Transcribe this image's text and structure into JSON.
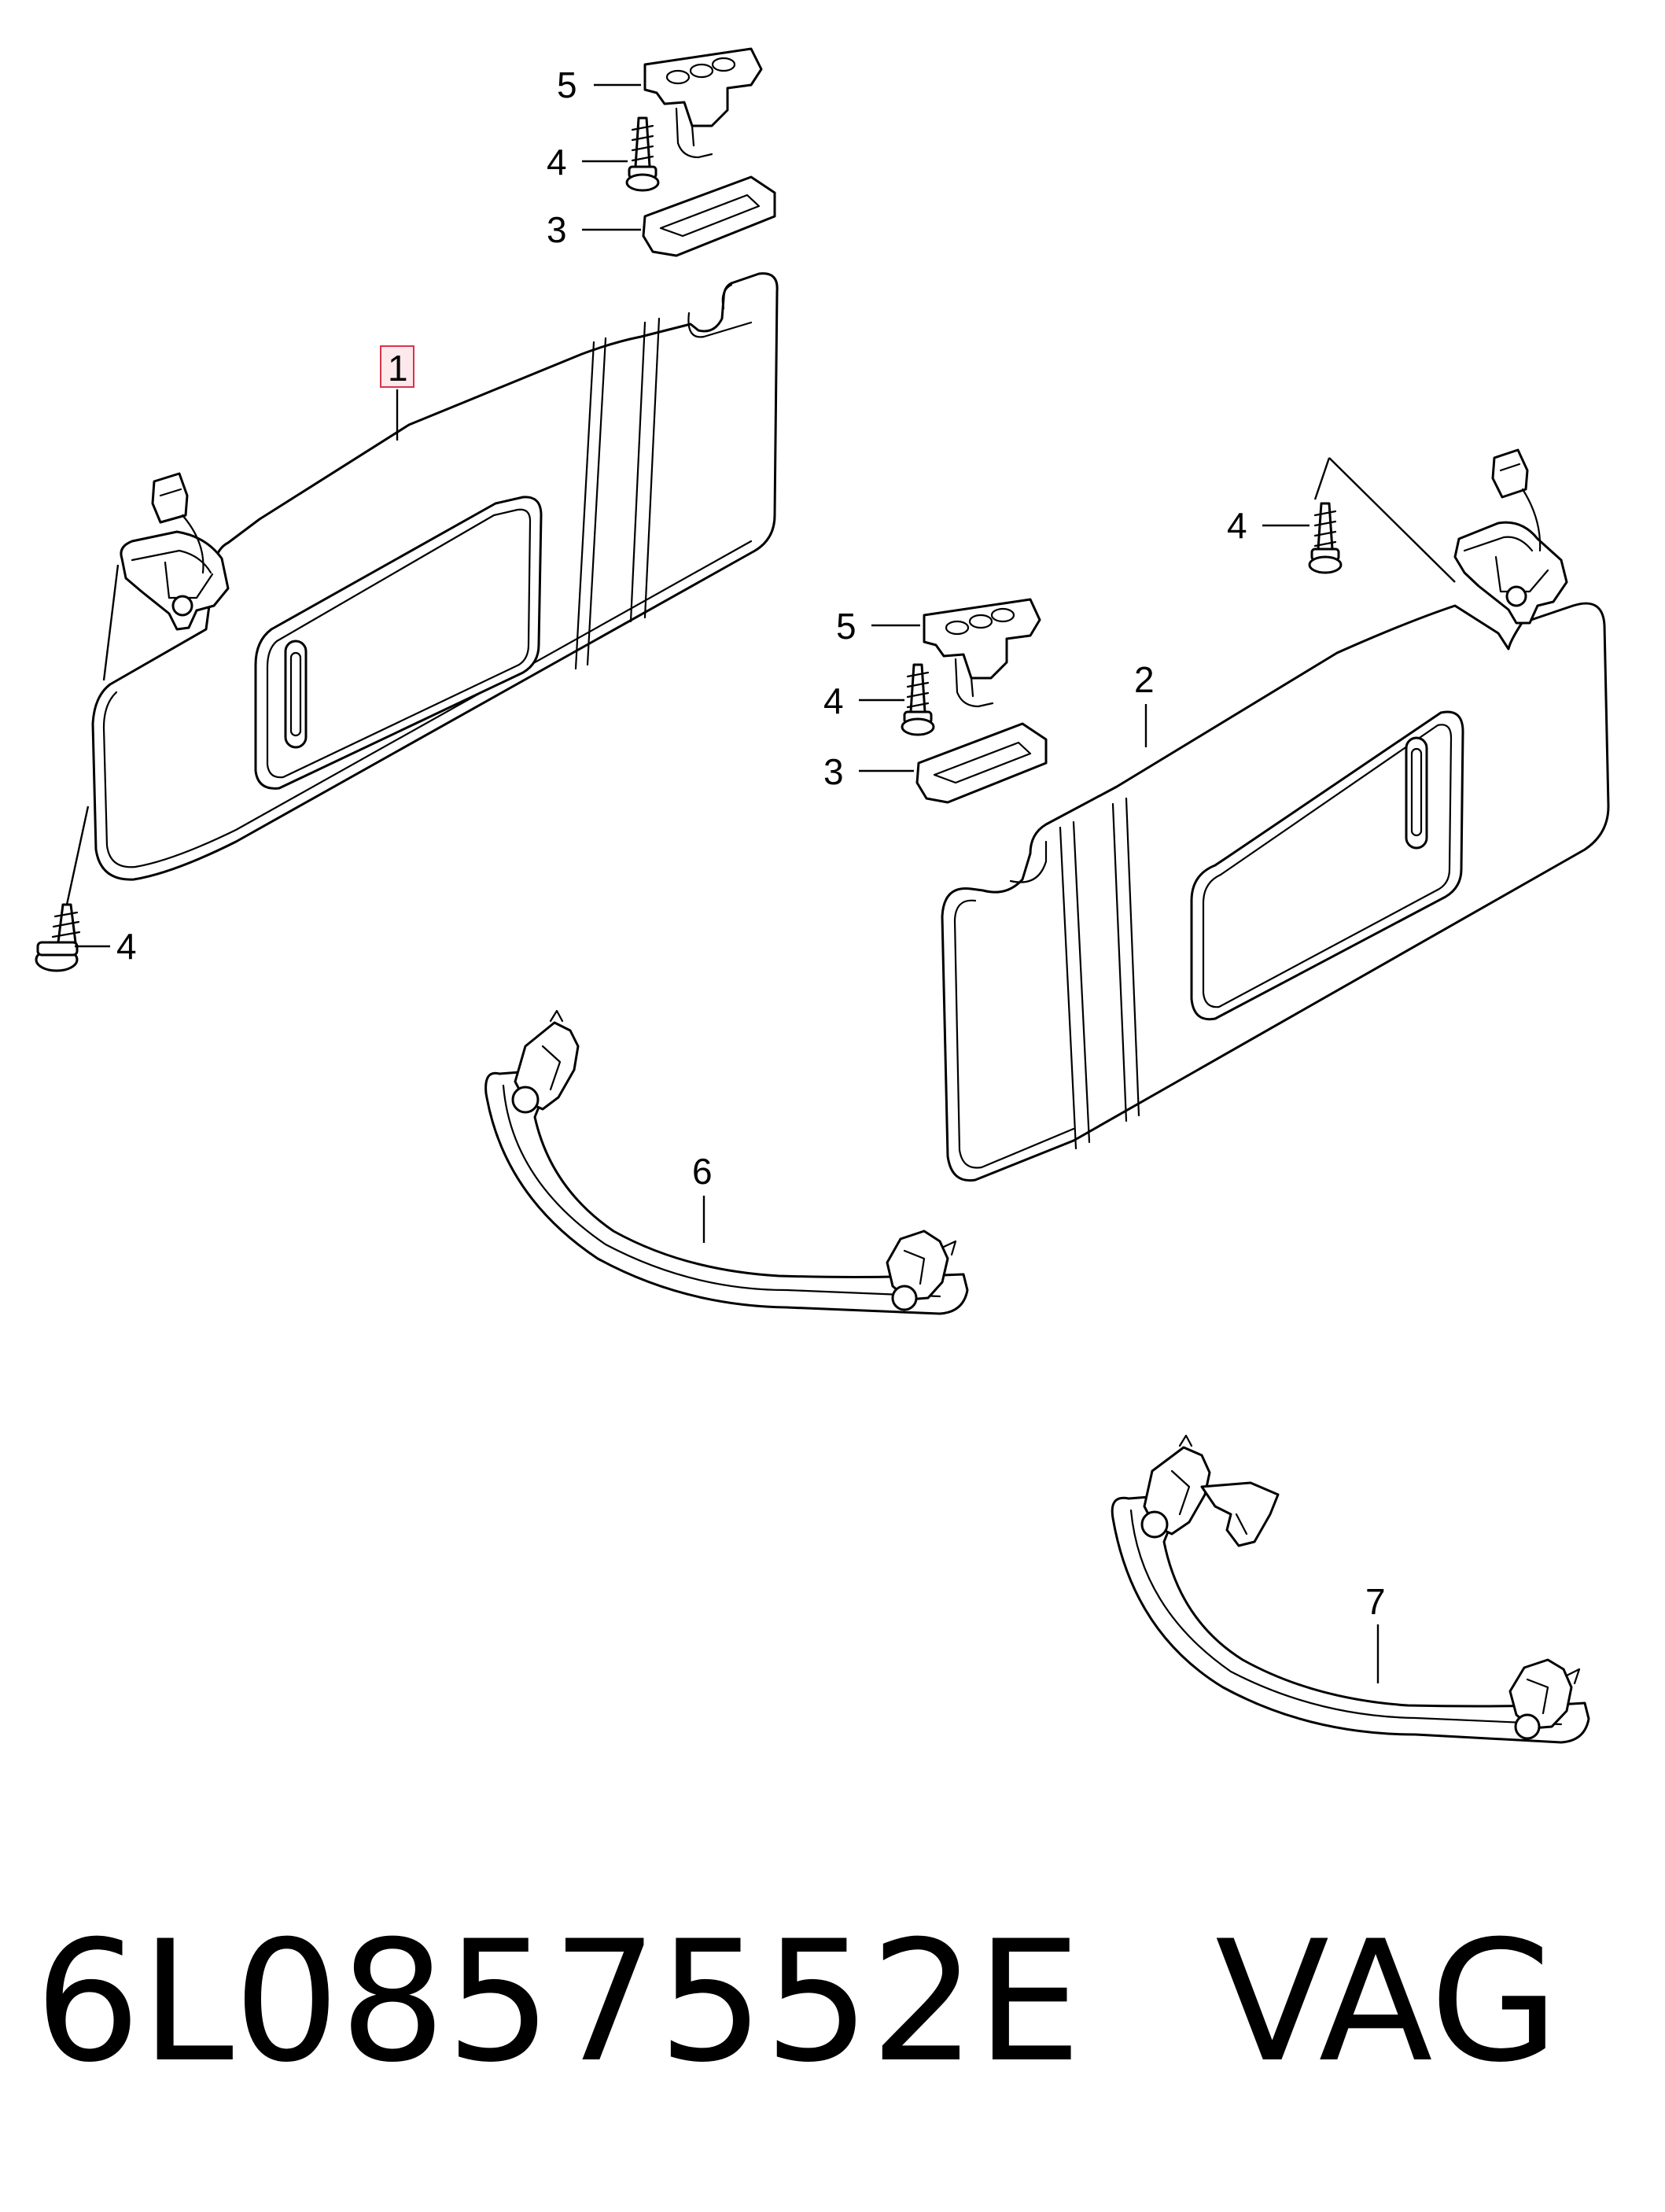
{
  "callouts": {
    "part_1": "1",
    "part_2": "2",
    "part_3": "3",
    "part_4": "4",
    "part_5": "5",
    "part_6": "6",
    "part_7": "7"
  },
  "highlighted_part": "1",
  "caption": {
    "part_number": "6L0857552E",
    "brand": "VAG"
  },
  "colors": {
    "line": "#000000",
    "background": "#ffffff",
    "highlight_border": "#d9344a",
    "highlight_fill": "#fde8ec"
  }
}
